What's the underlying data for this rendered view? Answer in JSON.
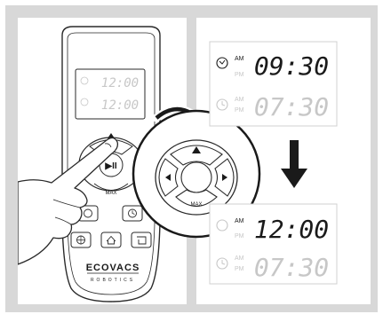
{
  "remote": {
    "brand": "ECOVACS",
    "subbrand": "ROBOTICS",
    "lcd_time_top": "12:00",
    "lcd_time_bottom": "12:00",
    "play_pause_label": "▶II",
    "max_label": "MAX",
    "icons": [
      "schedule-icon",
      "clock-icon",
      "target-icon",
      "home-icon",
      "return-icon"
    ]
  },
  "zoom": {
    "max_label": "MAX"
  },
  "display_before": {
    "am_label": "AM",
    "pm_label": "PM",
    "time_active": "09:30",
    "time_dim": "07:30"
  },
  "display_after": {
    "am_label": "AM",
    "pm_label": "PM",
    "time_active": "12:00",
    "time_dim": "07:30"
  },
  "colors": {
    "frame": "#d6d6d6",
    "outline": "#2a2a2a",
    "lcd_dim": "#c7c7c7",
    "arrow": "#1a1a1a"
  }
}
